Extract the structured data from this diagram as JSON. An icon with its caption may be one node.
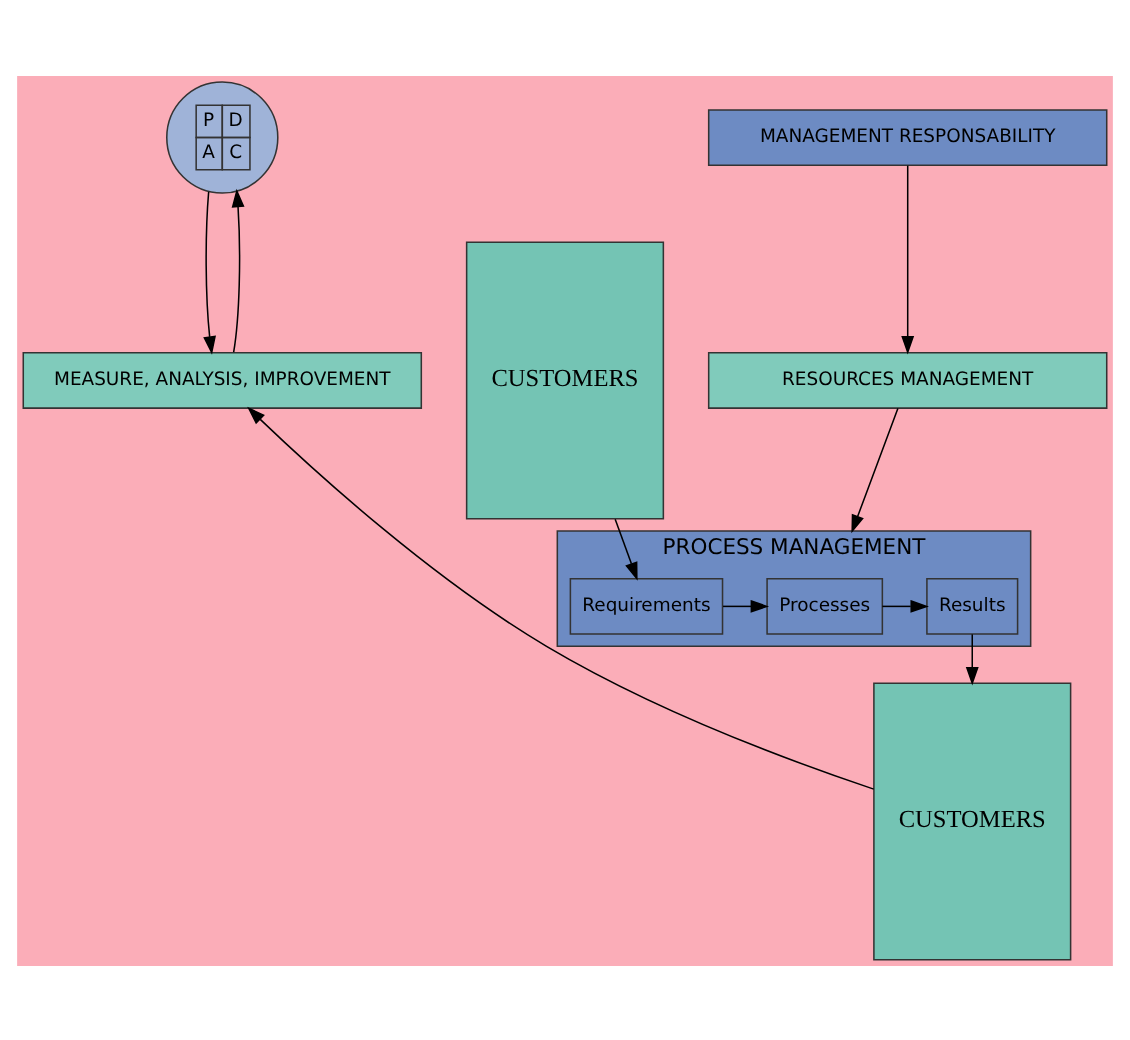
{
  "diagram": {
    "nodes": [
      {
        "text": [
          "P",
          "D",
          "A",
          "C"
        ]
      },
      {
        "text": [
          "CUSTOMERS"
        ]
      },
      {
        "text": [
          "MANAGEMENT RESPONSABILITY"
        ]
      },
      {
        "text": [
          "RESOURCES MANAGEMENT"
        ]
      },
      {
        "text": [
          "PROCESS MANAGEMENT"
        ]
      },
      {
        "text": [
          "Requirements"
        ],
        "in": 4
      },
      {
        "text": [
          "Processes"
        ],
        "in": 4
      },
      {
        "text": [
          "Results"
        ],
        "in": 4
      },
      {
        "text": [
          "MEASURE, ANALYSIS, IMPROVEMENT"
        ]
      },
      {
        "text": [
          "CUSTOMERS"
        ]
      }
    ],
    "edges": [
      {
        "from": 0,
        "to": 8,
        "arrow": "to"
      },
      {
        "from": 8,
        "to": 0,
        "arrow": "to"
      },
      {
        "from": 2,
        "to": 3,
        "arrow": "to"
      },
      {
        "from": 3,
        "to": 4,
        "arrow": "to"
      },
      {
        "from": 1,
        "to": 5,
        "arrow": "to"
      },
      {
        "from": 5,
        "to": 6,
        "arrow": "to"
      },
      {
        "from": 6,
        "to": 7,
        "arrow": "to"
      },
      {
        "from": 7,
        "to": 9,
        "arrow": "to"
      },
      {
        "from": 9,
        "to": 8,
        "arrow": "to"
      }
    ]
  }
}
